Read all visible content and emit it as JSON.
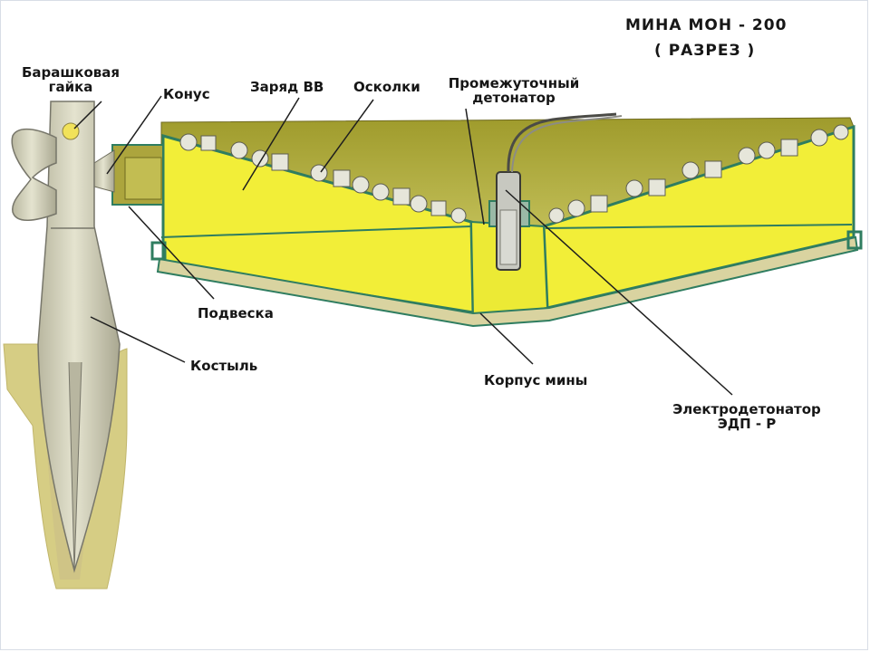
{
  "title": {
    "line1": "МИНА МОН - 200",
    "line2": "( РАЗРЕЗ )"
  },
  "labels": {
    "wing_nut": [
      "Барашковая",
      "гайка"
    ],
    "cone": "Конус",
    "charge": "Заряд ВВ",
    "fragments": "Осколки",
    "intermediate_detonator": [
      "Промежуточный",
      "детонатор"
    ],
    "suspension": "Подвеска",
    "stake": "Костыль",
    "mine_body": "Корпус мины",
    "electric_detonator": [
      "Электродетонатор",
      "ЭДП - Р"
    ]
  },
  "colors": {
    "body_top": "#a8a43a",
    "charge": "#f2ee38",
    "charge_shadow": "#d9d41e",
    "edge": "#2f7d60",
    "metal": "#d5d4bd",
    "metal_shadow": "#a9a78f",
    "ground": "#d6cd84",
    "fragment": "#e6e6da",
    "leader_line": "#1e1e1e"
  }
}
